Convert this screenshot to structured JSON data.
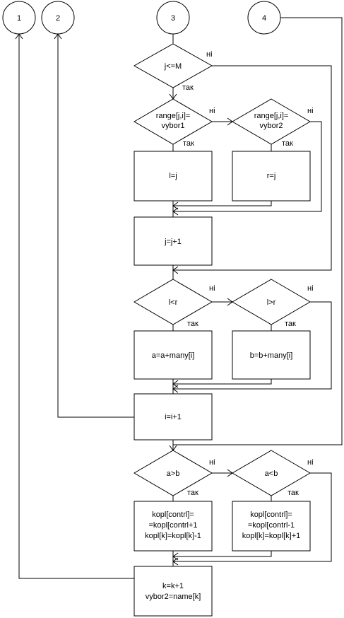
{
  "connectors": [
    "1",
    "2",
    "3",
    "4"
  ],
  "labels": {
    "yes": "так",
    "no": "ні"
  },
  "decisions": {
    "d1": [
      "j<=M"
    ],
    "d2": [
      "range[j,i]=",
      "vybor1"
    ],
    "d3": [
      "range[j,i]=",
      "vybor2"
    ],
    "d4": [
      "l<r"
    ],
    "d5": [
      "l>r"
    ],
    "d6": [
      "a>b"
    ],
    "d7": [
      "a<b"
    ]
  },
  "processes": {
    "p1": [
      "l=j"
    ],
    "p2": [
      "r=j"
    ],
    "p3": [
      "j=j+1"
    ],
    "p4": [
      "a=a+many[i]"
    ],
    "p5": [
      "b=b+many[i]"
    ],
    "p6": [
      "i=i+1"
    ],
    "p7": [
      "kopl[contrl]=",
      "=kopl[contrl+1",
      "kopl[k]=kopl[k]-1"
    ],
    "p8": [
      "kopl[contrl]=",
      "=kopl[contrl-1",
      "kopl[k]=kopl[k]+1"
    ],
    "p9": [
      "k=k+1",
      "vybor2=name[k]"
    ]
  }
}
